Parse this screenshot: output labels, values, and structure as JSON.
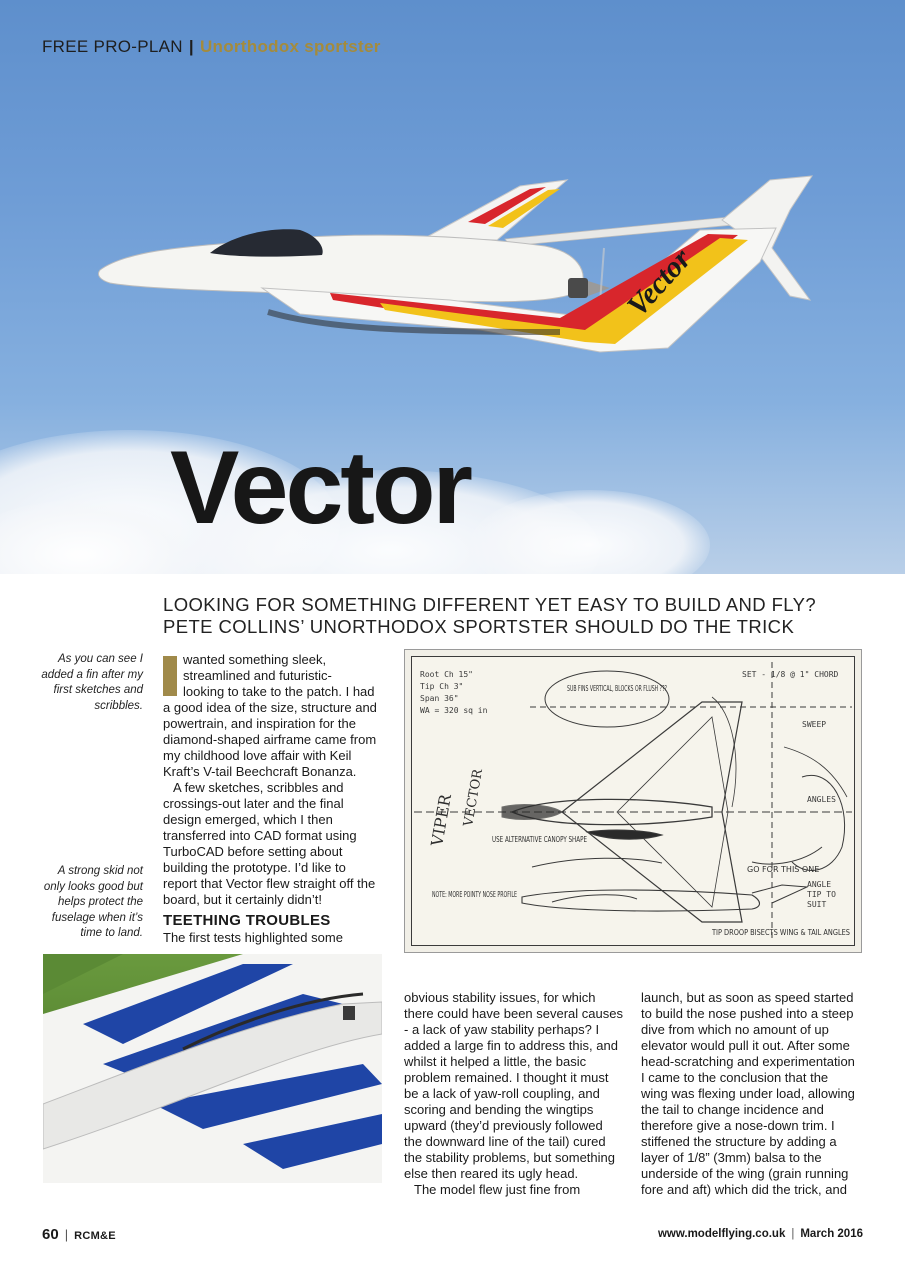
{
  "header": {
    "section": "FREE PRO-PLAN",
    "separator": "|",
    "topic": "Unorthodox sportster"
  },
  "title": "Vector",
  "standfirst": [
    "LOOKING FOR SOMETHING DIFFERENT YET EASY TO BUILD AND FLY?",
    "PETE COLLINS’ UNORTHODOX SPORTSTER SHOULD DO THE TRICK"
  ],
  "captions": {
    "sketch": [
      "As you can see I",
      "added a fin after my",
      "first sketches and",
      "scribbles."
    ],
    "skid": [
      "A strong skid not",
      "only looks good but",
      "helps protect the",
      "fuselage when it’s",
      "time to land."
    ]
  },
  "column1": {
    "dropcap_lines": [
      "wanted something sleek,",
      "streamlined and futuristic-",
      "looking to take to the patch. I had"
    ],
    "para1_rest": [
      "a good idea of the size, structure and",
      "powertrain, and inspiration for the",
      "diamond-shaped airframe came from",
      "my childhood love affair with Keil",
      "Kraft’s V-tail Beechcraft Bonanza."
    ],
    "para2": [
      "A few sketches, scribbles and",
      "crossings-out later and the final",
      "design emerged, which I then",
      "transferred into CAD format using",
      "TurboCAD before setting about",
      "building the prototype. I’d like to",
      "report that Vector flew straight off the",
      "board, but it certainly didn’t!"
    ],
    "subhead": "TEETHING TROUBLES",
    "para3_start": "The first tests highlighted some"
  },
  "column2": {
    "lines": [
      "obvious stability issues, for which",
      "there could have been several causes",
      "- a lack of yaw stability perhaps? I",
      "added a large fin to address this, and",
      "whilst it helped a little, the basic",
      "problem remained. I thought it must",
      "be a lack of yaw-roll coupling, and",
      "scoring and bending the wingtips",
      "upward (they’d previously followed",
      "the downward line of the tail) cured",
      "the stability problems, but something",
      "else then reared its ugly head."
    ],
    "para_next": "The model flew just fine from"
  },
  "column3": {
    "lines": [
      "launch, but as soon as speed started",
      "to build the nose pushed into a steep",
      "dive from which no amount of up",
      "elevator would pull it out. After some",
      "head-scratching and experimentation",
      "I came to the conclusion that the",
      "wing was flexing under load, allowing",
      "the tail to change incidence and",
      "therefore give a nose-down trim. I",
      "stiffened the structure by adding a",
      "layer of 1/8” (3mm) balsa to the",
      "underside of the wing (grain running",
      "fore and aft) which did the trick, and"
    ]
  },
  "sketch_notes": {
    "fins_note": "SUB FINS VERTICAL, BLOCKS OR FLUSH ???",
    "viper": "VIPER",
    "vector": "VECTOR",
    "use_canopy": "USE ALTERNATIVE CANOPY SHAPE",
    "note_nose": "NOTE: MORE POINTY NOSE PROFILE",
    "go_for": "GO FOR THIS ONE",
    "tip_droop": "TIP DROOP BISECTS WING & TAIL ANGLES"
  },
  "plane_livery": "Vector",
  "footer": {
    "page": "60",
    "magazine": "RCM&E",
    "url": "www.modelflying.co.uk",
    "issue": "March 2016"
  },
  "colors": {
    "accent_gold": "#a48b3c",
    "stripe_red": "#d8262c",
    "stripe_yellow": "#f2c21a",
    "wing_blue": "#1f45a6"
  }
}
